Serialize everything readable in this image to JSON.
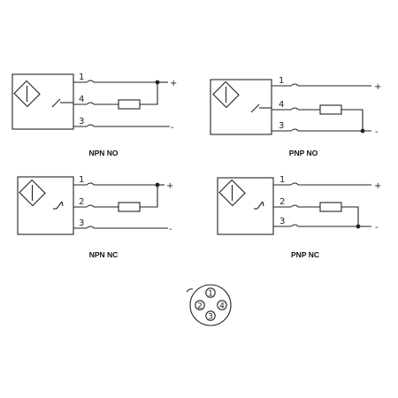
{
  "diagrams": [
    {
      "caption": "NPN NO",
      "pins": [
        "1",
        "4",
        "3"
      ],
      "supply_plus": "+",
      "supply_minus": "-"
    },
    {
      "caption": "PNP NO",
      "pins": [
        "1",
        "4",
        "3"
      ],
      "supply_plus": "+",
      "supply_minus": "-"
    },
    {
      "caption": "NPN NC",
      "pins": [
        "1",
        "2",
        "3"
      ],
      "supply_plus": "+",
      "supply_minus": "-"
    },
    {
      "caption": "PNP NC",
      "pins": [
        "1",
        "2",
        "3"
      ],
      "supply_plus": "+",
      "supply_minus": "-"
    }
  ],
  "connector": {
    "pins": [
      "1",
      "2",
      "3",
      "4"
    ]
  }
}
